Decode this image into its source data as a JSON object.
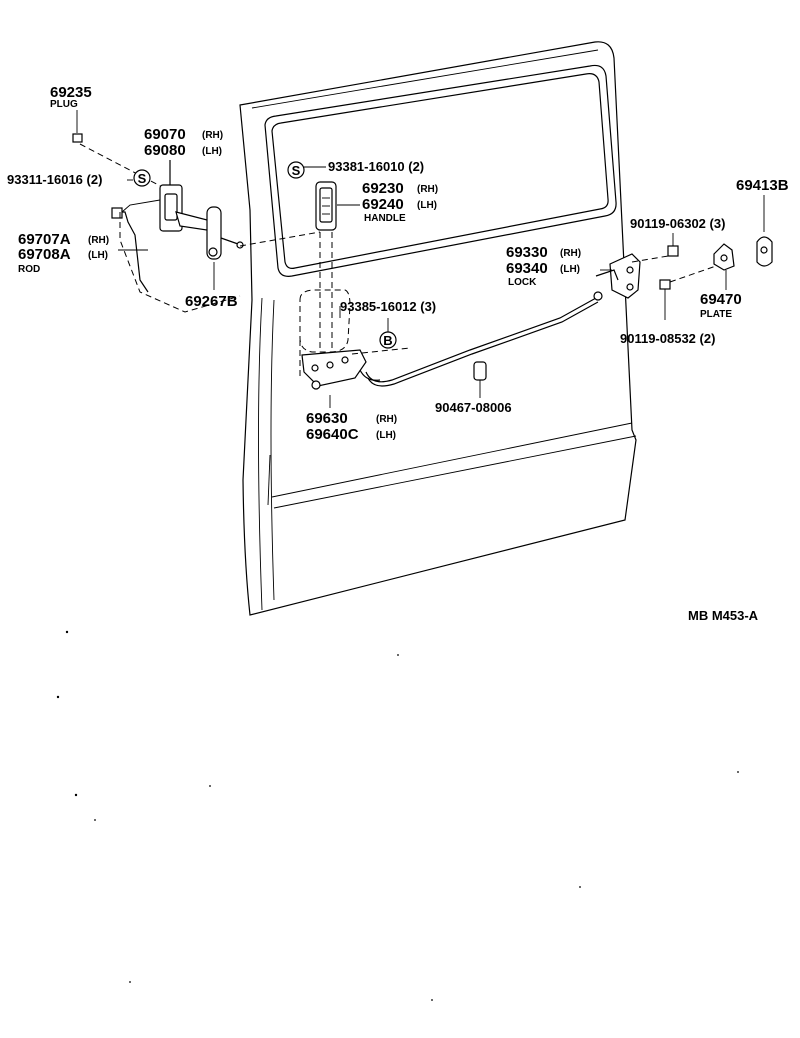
{
  "labels": {
    "p69235": "69235",
    "plug": "PLUG",
    "p69070": "69070",
    "p69080": "69080",
    "rh": "(RH)",
    "lh": "(LH)",
    "rh_b": "(RH)",
    "lh_b": "(LH)",
    "rh_c": "(RH)",
    "lh_c": "(LH)",
    "rh_d": "(RH)",
    "lh_d": "(LH)",
    "rh_e": "(RH)",
    "lh_e": "(LH)",
    "p93311": "93311-16016 (2)",
    "p69707A": "69707A",
    "p69708A": "69708A",
    "rod": "ROD",
    "p69267B": "69267B",
    "p93381": "93381-16010 (2)",
    "p69230": "69230",
    "p69240": "69240",
    "handle": "HANDLE",
    "p93385": "93385-16012 (3)",
    "p69630": "69630",
    "p69640C": "69640C",
    "p90467": "90467-08006",
    "p69413B": "69413B",
    "p90119a": "90119-06302 (3)",
    "p69330": "69330",
    "p69340": "69340",
    "lock": "LOCK",
    "p69470": "69470",
    "plate": "PLATE",
    "p90119b": "90119-08532 (2)",
    "symS": "S",
    "symS2": "S",
    "symB": "B",
    "ref": "MB  M453-A"
  }
}
